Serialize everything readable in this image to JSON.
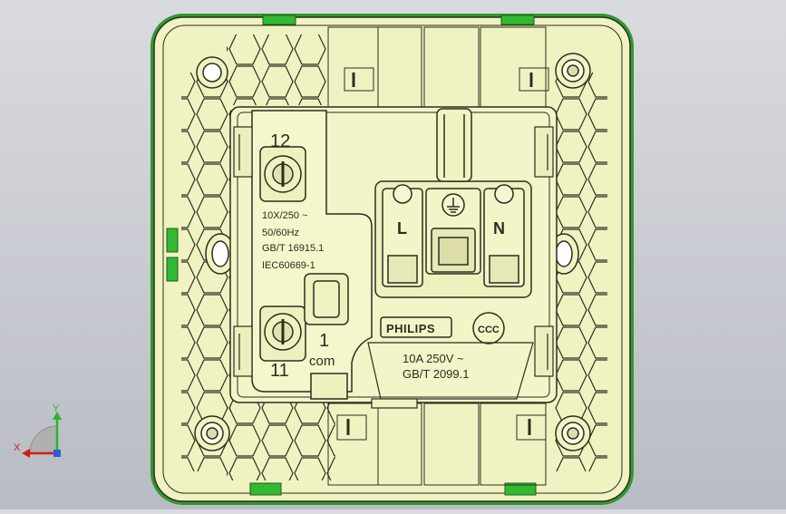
{
  "model": {
    "terminal_top_number": "12",
    "terminal_bottom_number": "11",
    "terminal_com_number": "1",
    "terminal_com_label": "com",
    "switch_spec_lines": [
      "10X/250 ~",
      "50/60Hz",
      "GB/T 16915.1",
      "IEC60669-1"
    ],
    "socket_labels": {
      "live": "L",
      "neutral": "N"
    },
    "brand": "PHILIPS",
    "certification_mark": "CCC",
    "socket_spec_lines": [
      "10A 250V ~",
      "GB/T 2099.1"
    ]
  },
  "triad": {
    "x": "X",
    "y": "Y"
  },
  "colors": {
    "background_top": "#d9dbe0",
    "background_bottom": "#b9bcc3",
    "part_fill": "#f1f2c2",
    "edge": "#2d2d1e",
    "green_clip": "#33b833",
    "axis_x": "#d41a1a",
    "axis_y": "#2bb52b",
    "axis_z": "#2a5bd8"
  }
}
